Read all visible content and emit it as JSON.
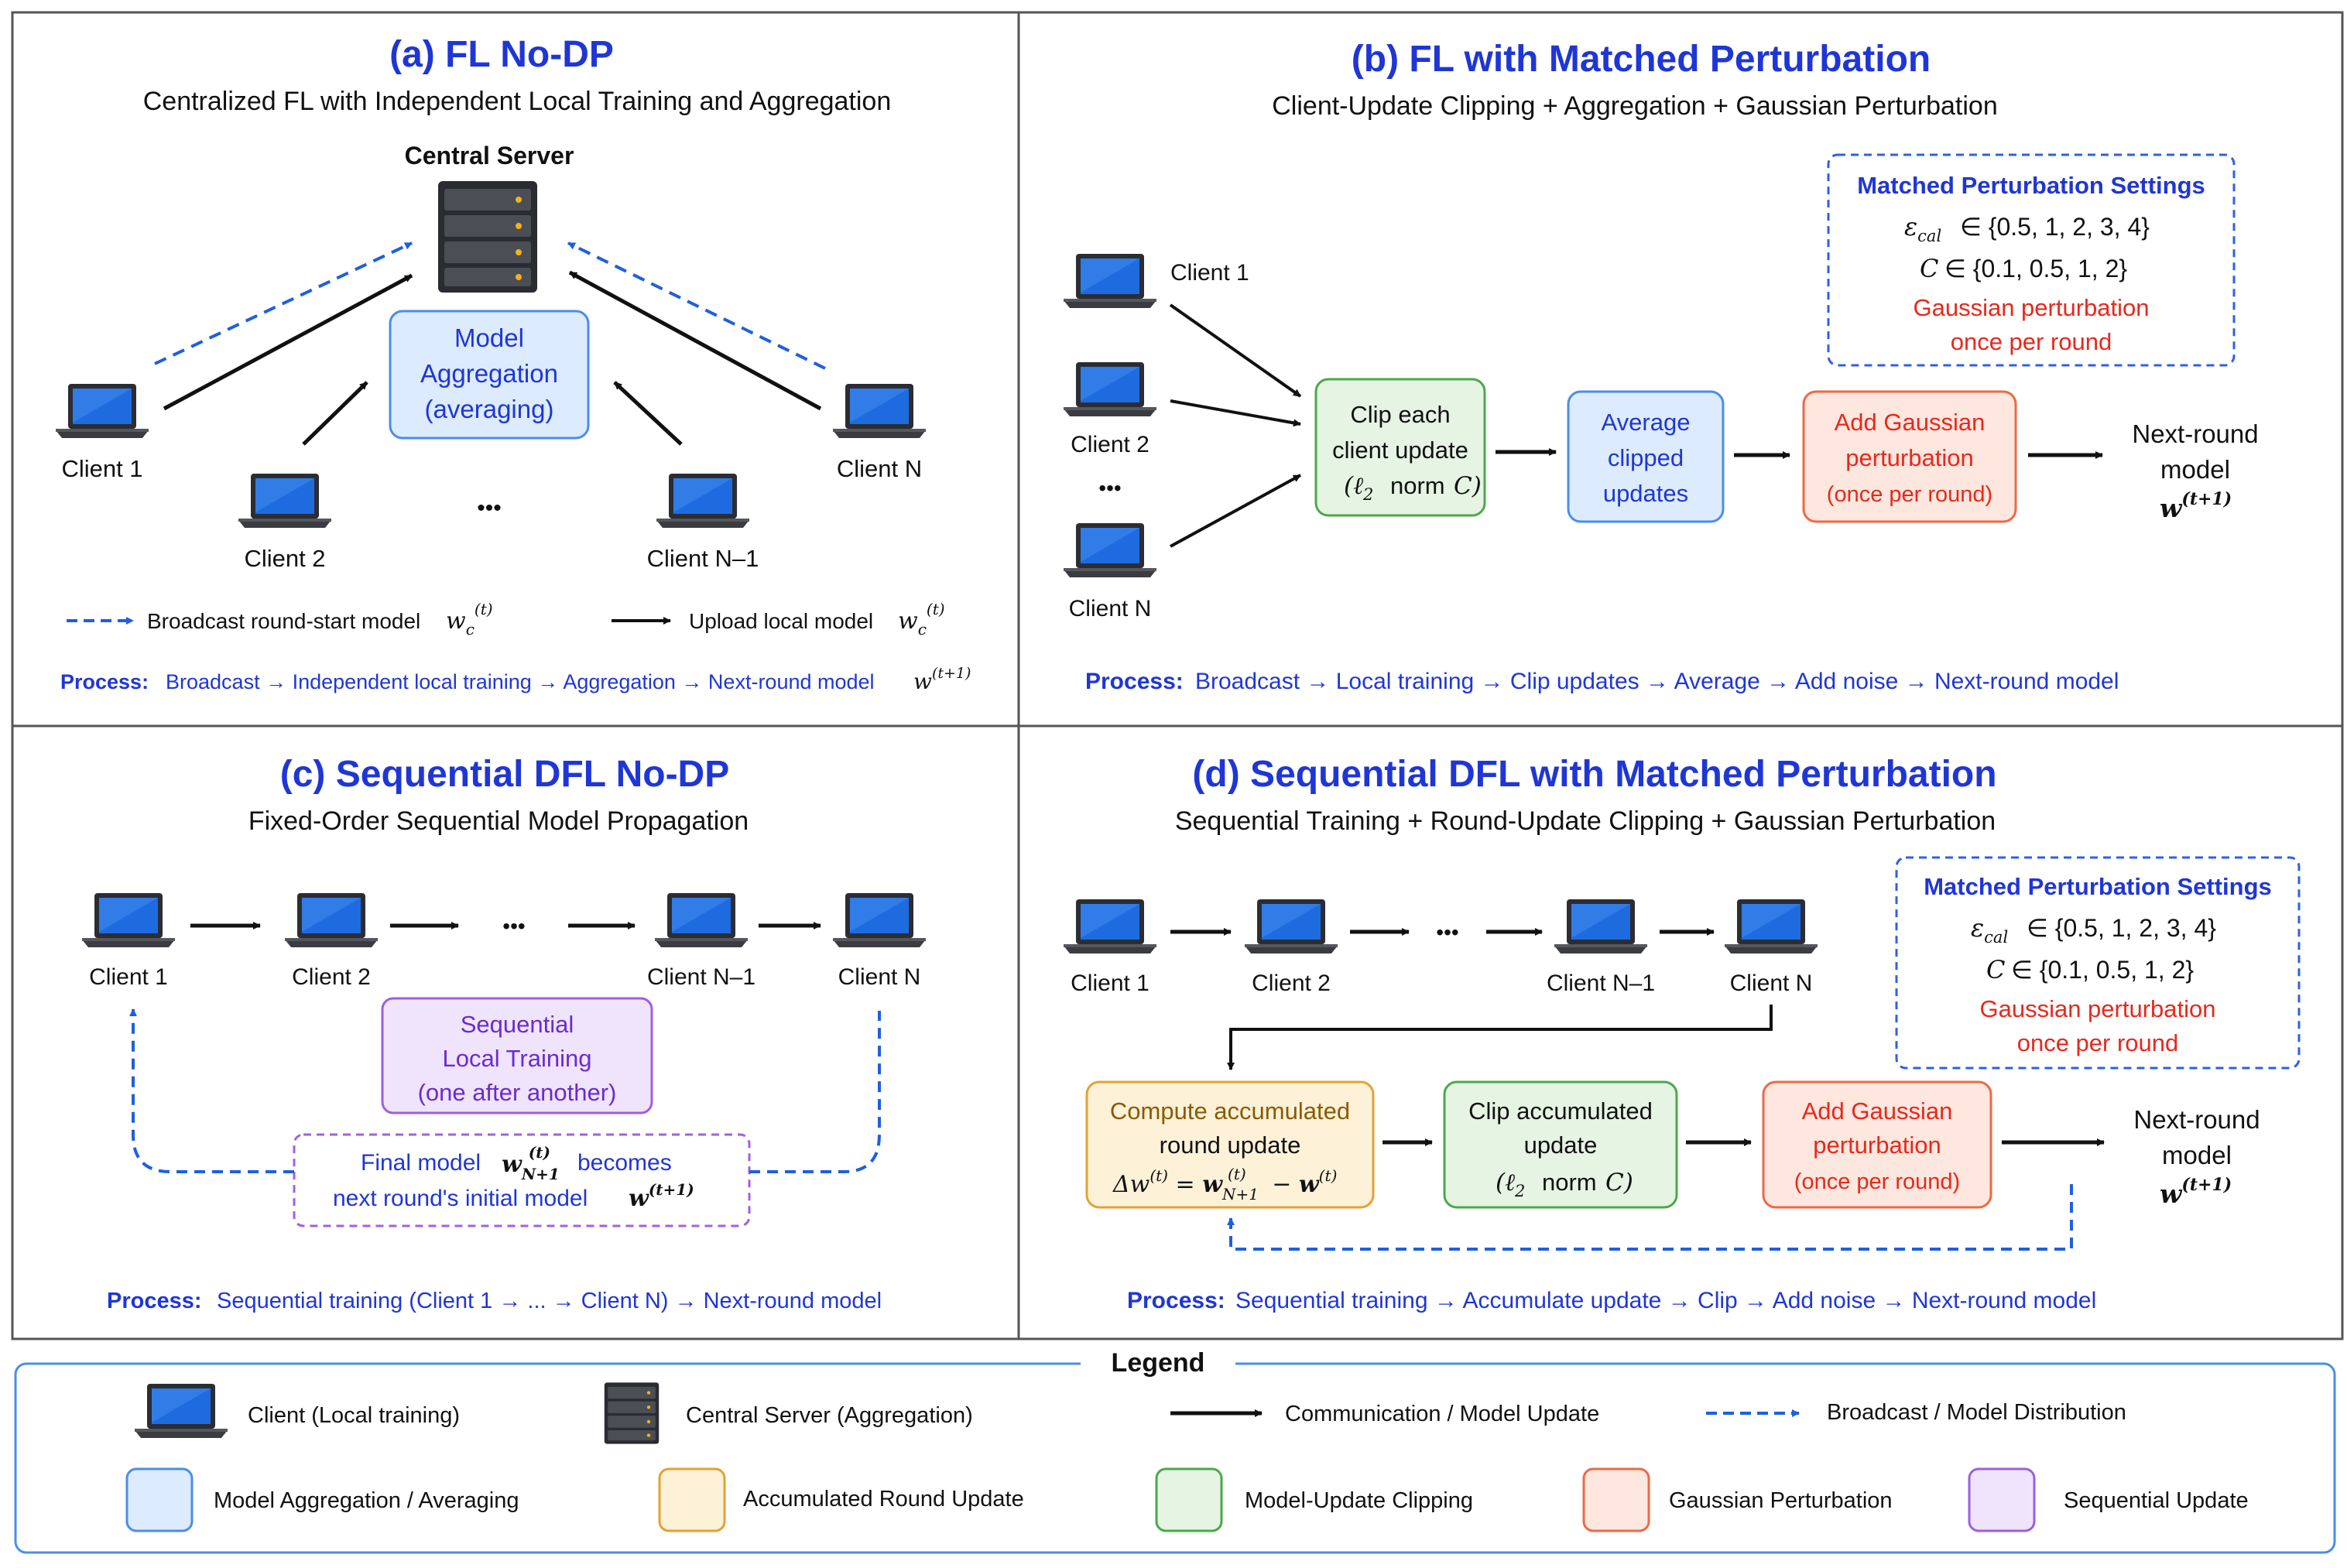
{
  "colors": {
    "title_blue": "#1f36d6",
    "red_text": "#e8281c",
    "dash_blue": "#1f5fe0"
  },
  "panel_a": {
    "title": "(a) FL No-DP",
    "subtitle": "Centralized FL with Independent Local Training and Aggregation",
    "server_label": "Central Server",
    "aggregation_box": [
      "Model",
      "Aggregation",
      "(averaging)"
    ],
    "client_1": "Client 1",
    "client_2": "Client 2",
    "client_n1": "Client N–1",
    "client_n": "Client N",
    "ellipsis": "•••",
    "legend_broadcast": "Broadcast round-start model",
    "legend_upload": "Upload local model",
    "process_label": "Process:",
    "process_text": "Broadcast → Independent local training → Aggregation → Next-round model"
  },
  "panel_b": {
    "title": "(b) FL with Matched Perturbation",
    "subtitle": "Client-Update Clipping + Aggregation + Gaussian Perturbation",
    "settings_title": "Matched Perturbation Settings",
    "settings_eps": "∈ {0.5, 1, 2, 3, 4}",
    "settings_c": "∈ {0.1, 0.5, 1, 2}",
    "settings_note": [
      "Gaussian perturbation",
      "once per round"
    ],
    "client_1": "Client 1",
    "client_2": "Client 2",
    "client_n": "Client N",
    "ellipsis": "•••",
    "clip_box": [
      "Clip each",
      "client update"
    ],
    "clip_norm": "norm",
    "avg_box": [
      "Average",
      "clipped",
      "updates"
    ],
    "noise_box": [
      "Add Gaussian",
      "perturbation",
      "(once per round)"
    ],
    "next_round": [
      "Next-round",
      "model"
    ],
    "process_label": "Process:",
    "process_text": "Broadcast  →  Local training  →  Clip updates  →  Average  →  Add noise  →  Next-round model"
  },
  "panel_c": {
    "title": "(c) Sequential DFL No-DP",
    "subtitle": "Fixed-Order Sequential Model Propagation",
    "client_1": "Client 1",
    "client_2": "Client 2",
    "client_n1": "Client N–1",
    "client_n": "Client N",
    "ellipsis": "•••",
    "seq_box": [
      "Sequential",
      "Local Training",
      "(one after another)"
    ],
    "final_line1a": "Final model",
    "final_line1b": "becomes",
    "final_line2": "next round's initial model",
    "process_label": "Process:",
    "process_text": "Sequential training (Client 1  →  ...  →  Client N)  →  Next-round model"
  },
  "panel_d": {
    "title": "(d) Sequential DFL with Matched Perturbation",
    "subtitle": "Sequential Training + Round-Update Clipping + Gaussian Perturbation",
    "settings_title": "Matched Perturbation Settings",
    "settings_eps": "∈ {0.5, 1, 2, 3, 4}",
    "settings_c": "∈ {0.1, 0.5, 1, 2}",
    "settings_note": [
      "Gaussian perturbation",
      "once per round"
    ],
    "client_1": "Client 1",
    "client_2": "Client 2",
    "client_n1": "Client N–1",
    "client_n": "Client N",
    "ellipsis": "•••",
    "accum_box": [
      "Compute accumulated",
      "round update"
    ],
    "clip_box": [
      "Clip accumulated",
      "update"
    ],
    "clip_norm": "norm",
    "noise_box": [
      "Add Gaussian",
      "perturbation",
      "(once per round)"
    ],
    "next_round": [
      "Next-round",
      "model"
    ],
    "process_label": "Process:",
    "process_text": "Sequential training  →  Accumulate update  →  Clip  →  Add noise  →  Next-round model"
  },
  "legend": {
    "title": "Legend",
    "client": "Client   (Local training)",
    "server": "Central Server (Aggregation)",
    "communication": "Communication / Model Update",
    "broadcast": "Broadcast / Model Distribution",
    "aggregation": "Model Aggregation / Averaging",
    "accumulated": "Accumulated Round Update",
    "clipping": "Model-Update Clipping",
    "gaussian": "Gaussian Perturbation",
    "sequential": "Sequential Update"
  }
}
